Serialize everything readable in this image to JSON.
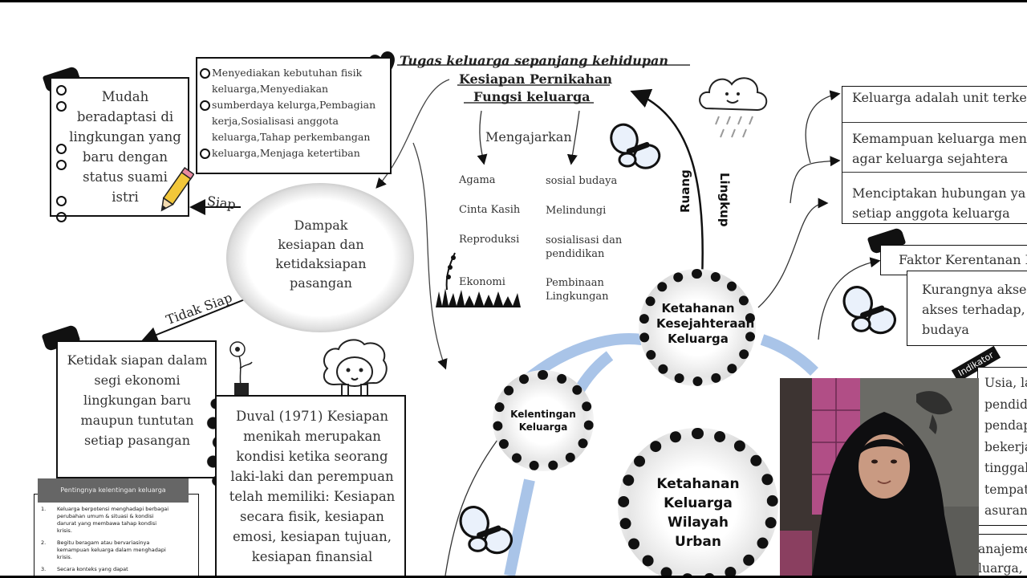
{
  "colors": {
    "ring_blue": "#a9c4e8",
    "webcam_wall": "#5c5c58",
    "curtain": "#b14e86",
    "hijab": "#0e0e10",
    "face": "#c99a82"
  },
  "icons": [
    "heart-icon",
    "pencil-icon",
    "cloud-icon",
    "butterfly-icon",
    "grass-icon",
    "sheep-icon",
    "flower-pot-icon",
    "ribbon-icon"
  ],
  "header": {
    "title": "Tugas keluarga sepanjang kehidupan",
    "kesiapan": "Kesiapan Pernikahan",
    "fungsi": "Fungsi keluarga",
    "mengajarkan": "Mengajarkan"
  },
  "topleft_list": [
    "Menyediakan kebutuhan fisik keluarga,Menyediakan",
    "sumberdaya kelurga,Pembagian kerja,Sosialisasi anggota keluarga,Tahap perkembangan",
    "keluarga,Menjaga ketertiban"
  ],
  "mudah_box": "Mudah beradaptasi di lingkungan yang baru dengan status suami istri",
  "siap_label": "Siap",
  "tidak_siap_label": "Tidak Siap",
  "dampak": "Dampak kesiapan dan ketidaksiapan pasangan",
  "ketidak_box": "Ketidak siapan dalam segi ekonomi lingkungan baru maupun tuntutan setiap pasangan",
  "duval_box": "Duval (1971) Kesiapan menikah merupakan kondisi ketika seorang laki-laki dan perempuan telah memiliki: Kesiapan secara fisik, kesiapan emosi, kesiapan tujuan, kesiapan finansial",
  "pentingnya": {
    "title": "Pentingnya kelentingan keluarga",
    "items": [
      {
        "num": "1.",
        "text": "Keluarga berpotensi menghadapi berbagai perubahan umum & situasi & kondisi darurat yang membawa tahap kondisi krisis."
      },
      {
        "num": "2.",
        "text": "Begitu beragam atau bervariasinya kemampuan keluarga dalam menghadapi krisis."
      },
      {
        "num": "3.",
        "text": "Secara konteks yang dapat"
      }
    ]
  },
  "teach": {
    "col1": [
      "Agama",
      "Cinta Kasih",
      "Reproduksi",
      "Ekonomi"
    ],
    "col2": [
      "sosial budaya",
      "Melindungi",
      "sosialisasi dan pendidikan",
      "Pembinaan Lingkungan"
    ]
  },
  "ruang_lingkup": {
    "ruang": "Ruang",
    "lingkup": "Lingkup"
  },
  "circles": {
    "ketahanan_kesejahteraan": "Ketahanan Kesejahteraan Keluarga",
    "kelentingan": "Kelentingan Keluarga",
    "ketahanan_urban": "Ketahanan Keluarga Wilayah Urban"
  },
  "right_boxes": {
    "unit": "Keluarga adalah unit terke",
    "kemampuan": "Kemampuan keluarga men agar keluarga sejahtera",
    "menciptakan": "Menciptakan hubungan ya setiap anggota keluarga",
    "faktor": "Faktor Kerentanan K",
    "kurangnya": "Kurangnya akse akses terhadap, budaya",
    "indikator_label": "Indikator",
    "indikator_lines": [
      "Usia, la",
      "pendid",
      "pendap",
      "bekerja",
      "tinggal",
      "tempat",
      "asuran"
    ],
    "bottom_lines": [
      "anajeme",
      "luarga,"
    ]
  }
}
